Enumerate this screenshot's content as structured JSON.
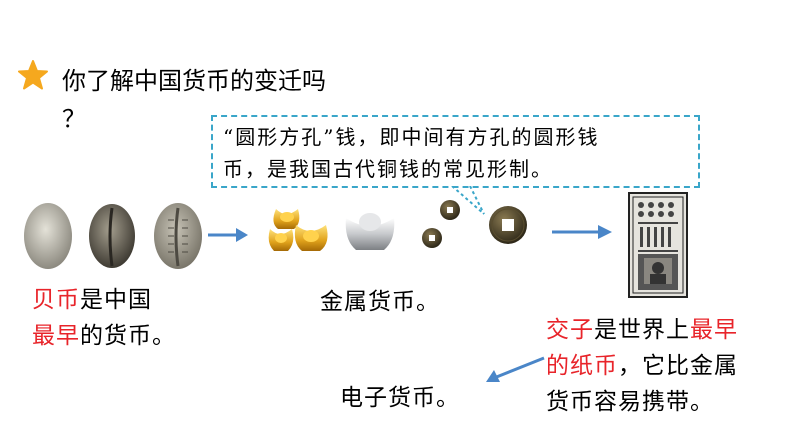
{
  "title": {
    "line1": "你了解中国货币的变迁吗",
    "line2": "？"
  },
  "callout": {
    "line1": "“圆形方孔”钱，即中间有方孔的圆形钱",
    "line2": "币，是我国古代铜钱的常见形制。"
  },
  "labels": {
    "shell": {
      "red1": "贝币",
      "black1": "是中国",
      "red2": "最早",
      "black2": "的货币。"
    },
    "metal": "金属货币。",
    "jiaozi": {
      "red1": "交子",
      "black1": "是世界上",
      "red2": "最早",
      "red3": "的纸币",
      "black2": "，它比金属",
      "line3": "货币容易携带。"
    },
    "electronic": "电子货币。"
  },
  "colors": {
    "accent_red": "#e8242a",
    "star": "#f5a81e",
    "arrow": "#4a86c8",
    "callout_border": "#3aa6c9"
  }
}
